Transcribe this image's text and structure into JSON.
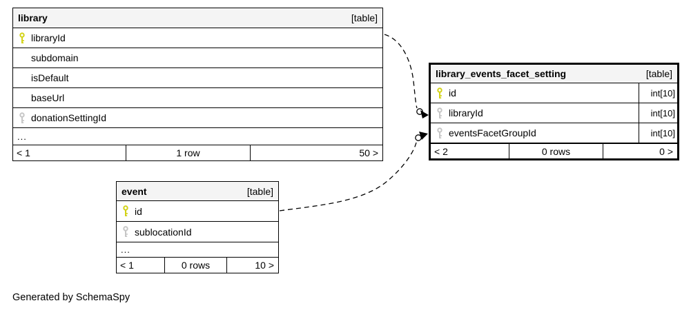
{
  "caption": "Generated by SchemaSpy",
  "tables": {
    "library": {
      "title": "library",
      "badge": "[table]",
      "columns": [
        {
          "name": "libraryId",
          "key": "primary"
        },
        {
          "name": "subdomain",
          "key": "none"
        },
        {
          "name": "isDefault",
          "key": "none"
        },
        {
          "name": "baseUrl",
          "key": "none"
        },
        {
          "name": "donationSettingId",
          "key": "foreign"
        }
      ],
      "more_indicator": "...",
      "footer": {
        "parents": "< 1",
        "rows": "1 row",
        "children": "50 >"
      }
    },
    "library_events_facet_setting": {
      "title": "library_events_facet_setting",
      "badge": "[table]",
      "columns": [
        {
          "name": "id",
          "type": "int[10]",
          "key": "primary"
        },
        {
          "name": "libraryId",
          "type": "int[10]",
          "key": "foreign"
        },
        {
          "name": "eventsFacetGroupId",
          "type": "int[10]",
          "key": "foreign"
        }
      ],
      "footer": {
        "parents": "< 2",
        "rows": "0 rows",
        "children": "0 >"
      }
    },
    "event": {
      "title": "event",
      "badge": "[table]",
      "columns": [
        {
          "name": "id",
          "key": "primary"
        },
        {
          "name": "sublocationId",
          "key": "foreign"
        }
      ],
      "more_indicator": "...",
      "footer": {
        "parents": "< 1",
        "rows": "0 rows",
        "children": "10 >"
      }
    }
  },
  "relationships": [
    {
      "from_table": "library",
      "from_column": "libraryId",
      "to_table": "library_events_facet_setting",
      "to_column": "libraryId",
      "line_style": "dashed"
    },
    {
      "from_table": "event",
      "from_column": "id",
      "to_table": "library_events_facet_setting",
      "to_column": "eventsFacetGroupId",
      "line_style": "dashed"
    }
  ],
  "colors": {
    "primary_key": "#d2d215",
    "foreign_key": "#c6c6c6",
    "header_bg": "#f4f4f4",
    "border": "#000000",
    "background": "#ffffff"
  }
}
